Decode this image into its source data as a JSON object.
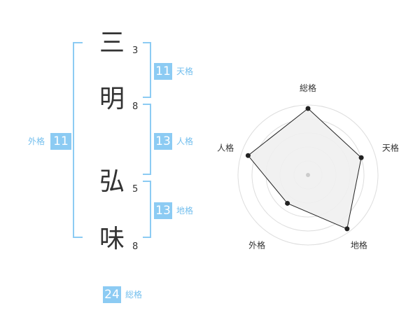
{
  "characters": [
    {
      "char": "三",
      "strokes": "3"
    },
    {
      "char": "明",
      "strokes": "8"
    },
    {
      "char": "弘",
      "strokes": "5"
    },
    {
      "char": "味",
      "strokes": "8"
    }
  ],
  "fortune": {
    "tenkaku": {
      "label": "天格",
      "value": "11"
    },
    "jinkaku": {
      "label": "人格",
      "value": "13"
    },
    "chikaku": {
      "label": "地格",
      "value": "13"
    },
    "gaikaku": {
      "label": "外格",
      "value": "11"
    },
    "soukaku": {
      "label": "総格",
      "value": "24"
    }
  },
  "colors": {
    "accent": "#8ccbf3",
    "accent_text": "#74bfee",
    "text": "#333333",
    "radar_fill": "#f0f0f0",
    "radar_line": "#222222",
    "grid": "#dddddd"
  },
  "chart_data": {
    "type": "radar",
    "axes": [
      "総格",
      "天格",
      "地格",
      "外格",
      "人格"
    ],
    "values": [
      0.95,
      0.8,
      0.95,
      0.5,
      0.9
    ],
    "rings": 5
  }
}
